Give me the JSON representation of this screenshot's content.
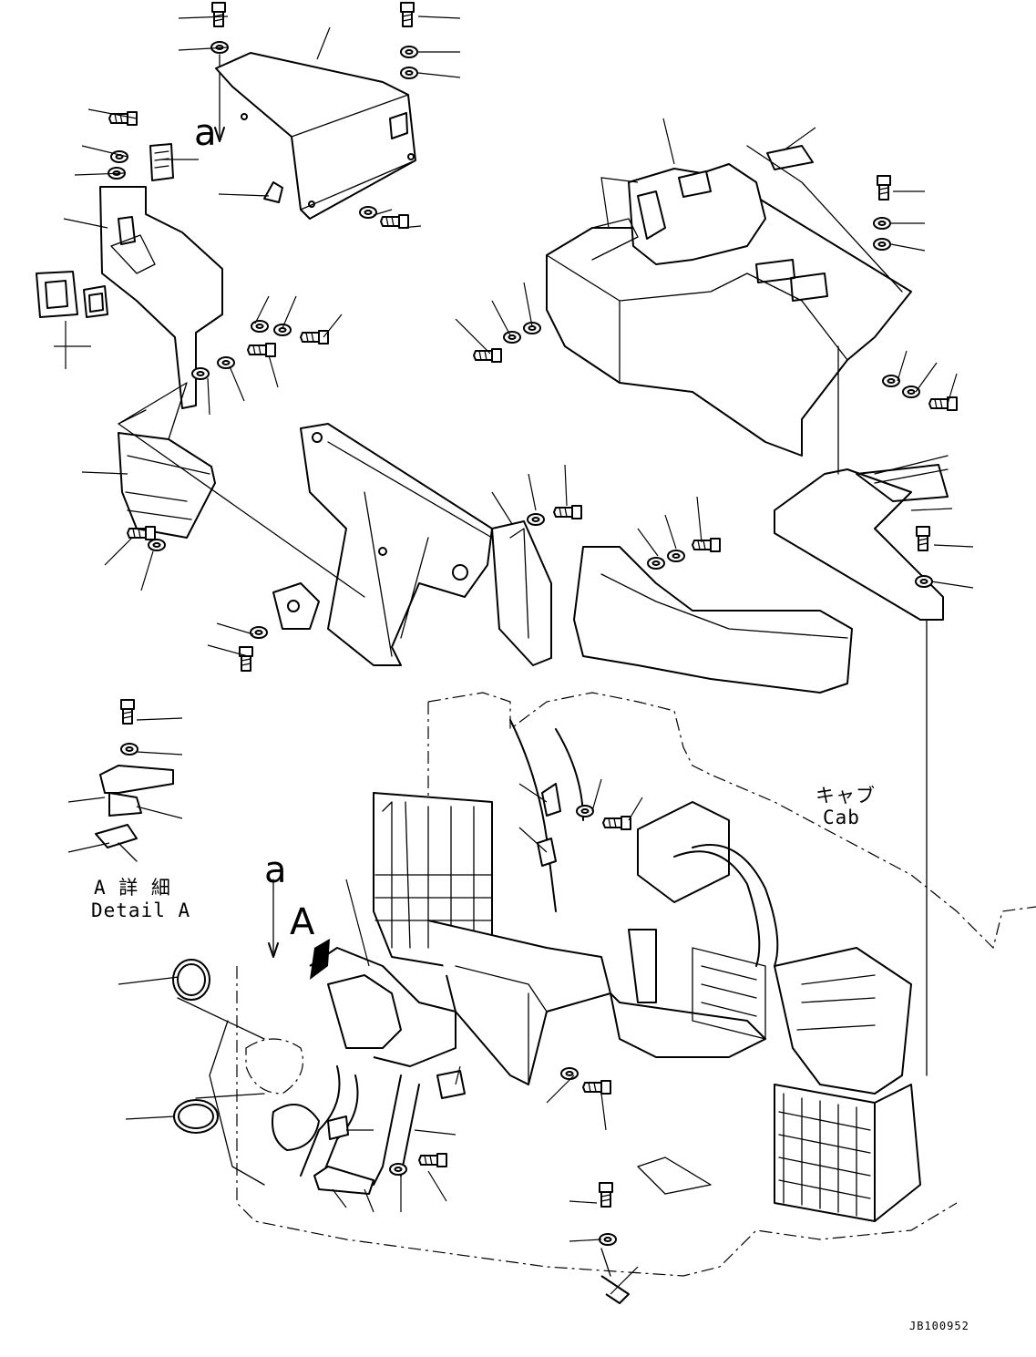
{
  "labels": {
    "view_a_top": "a",
    "view_a_bottom": "a",
    "view_A": "A",
    "detail_jp": "A 詳 細",
    "detail_en": "Detail A",
    "cab_jp": "キャブ",
    "cab_en": "Cab",
    "drawing_code": "JB100952"
  }
}
